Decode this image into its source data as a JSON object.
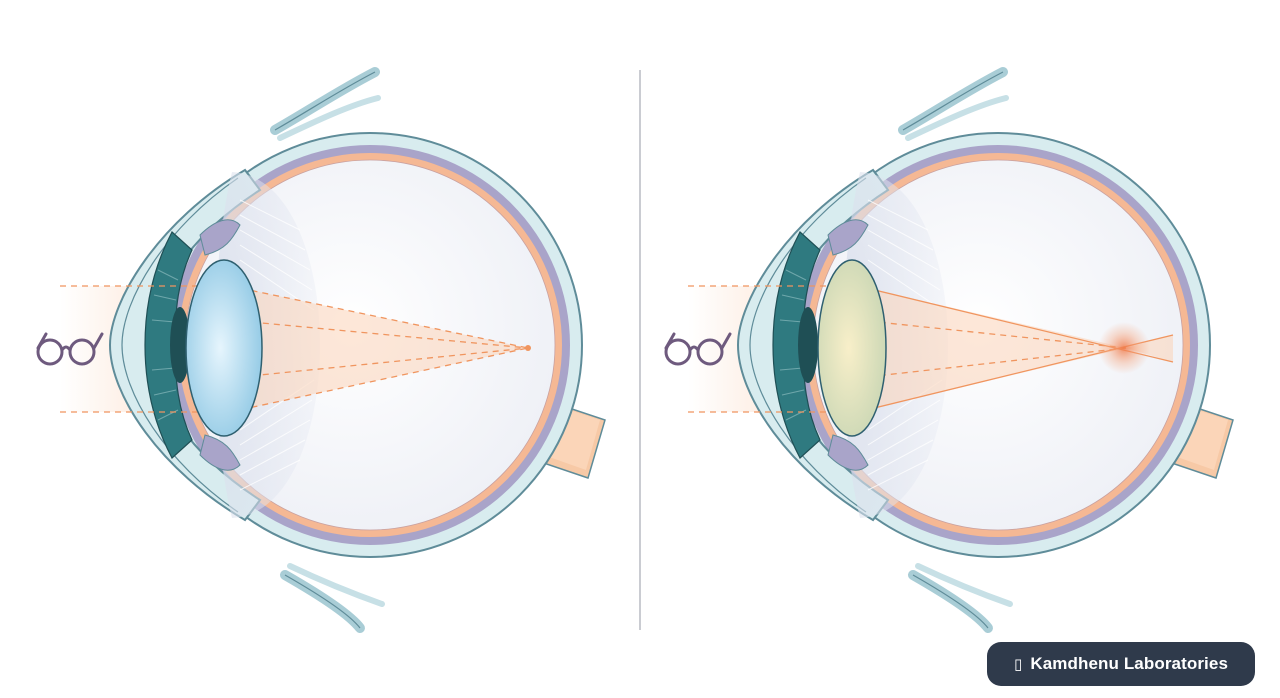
{
  "badge": {
    "glyph": "▯",
    "icon": "brand-icon",
    "label": "Kamdhenu Laboratories"
  },
  "colors": {
    "sclera_outer": "#d8ecef",
    "sclera_stroke": "#5f8c99",
    "choroid": "#a9a4c9",
    "retina": "#f5b894",
    "iris": "#2f7a80",
    "lens_clear": "#bfe3f4",
    "lens_cataract": "#f1e3b0",
    "light_beam": "#f7a978",
    "focus_blur": "#f08050",
    "glasses": "#6e5a7e",
    "badge_bg": "#2f3a4b"
  },
  "panels": [
    {
      "name": "healthy-eye",
      "lens": "clear",
      "focus": "sharp"
    },
    {
      "name": "cataract-eye",
      "lens": "cloudy",
      "focus": "blurred"
    }
  ]
}
